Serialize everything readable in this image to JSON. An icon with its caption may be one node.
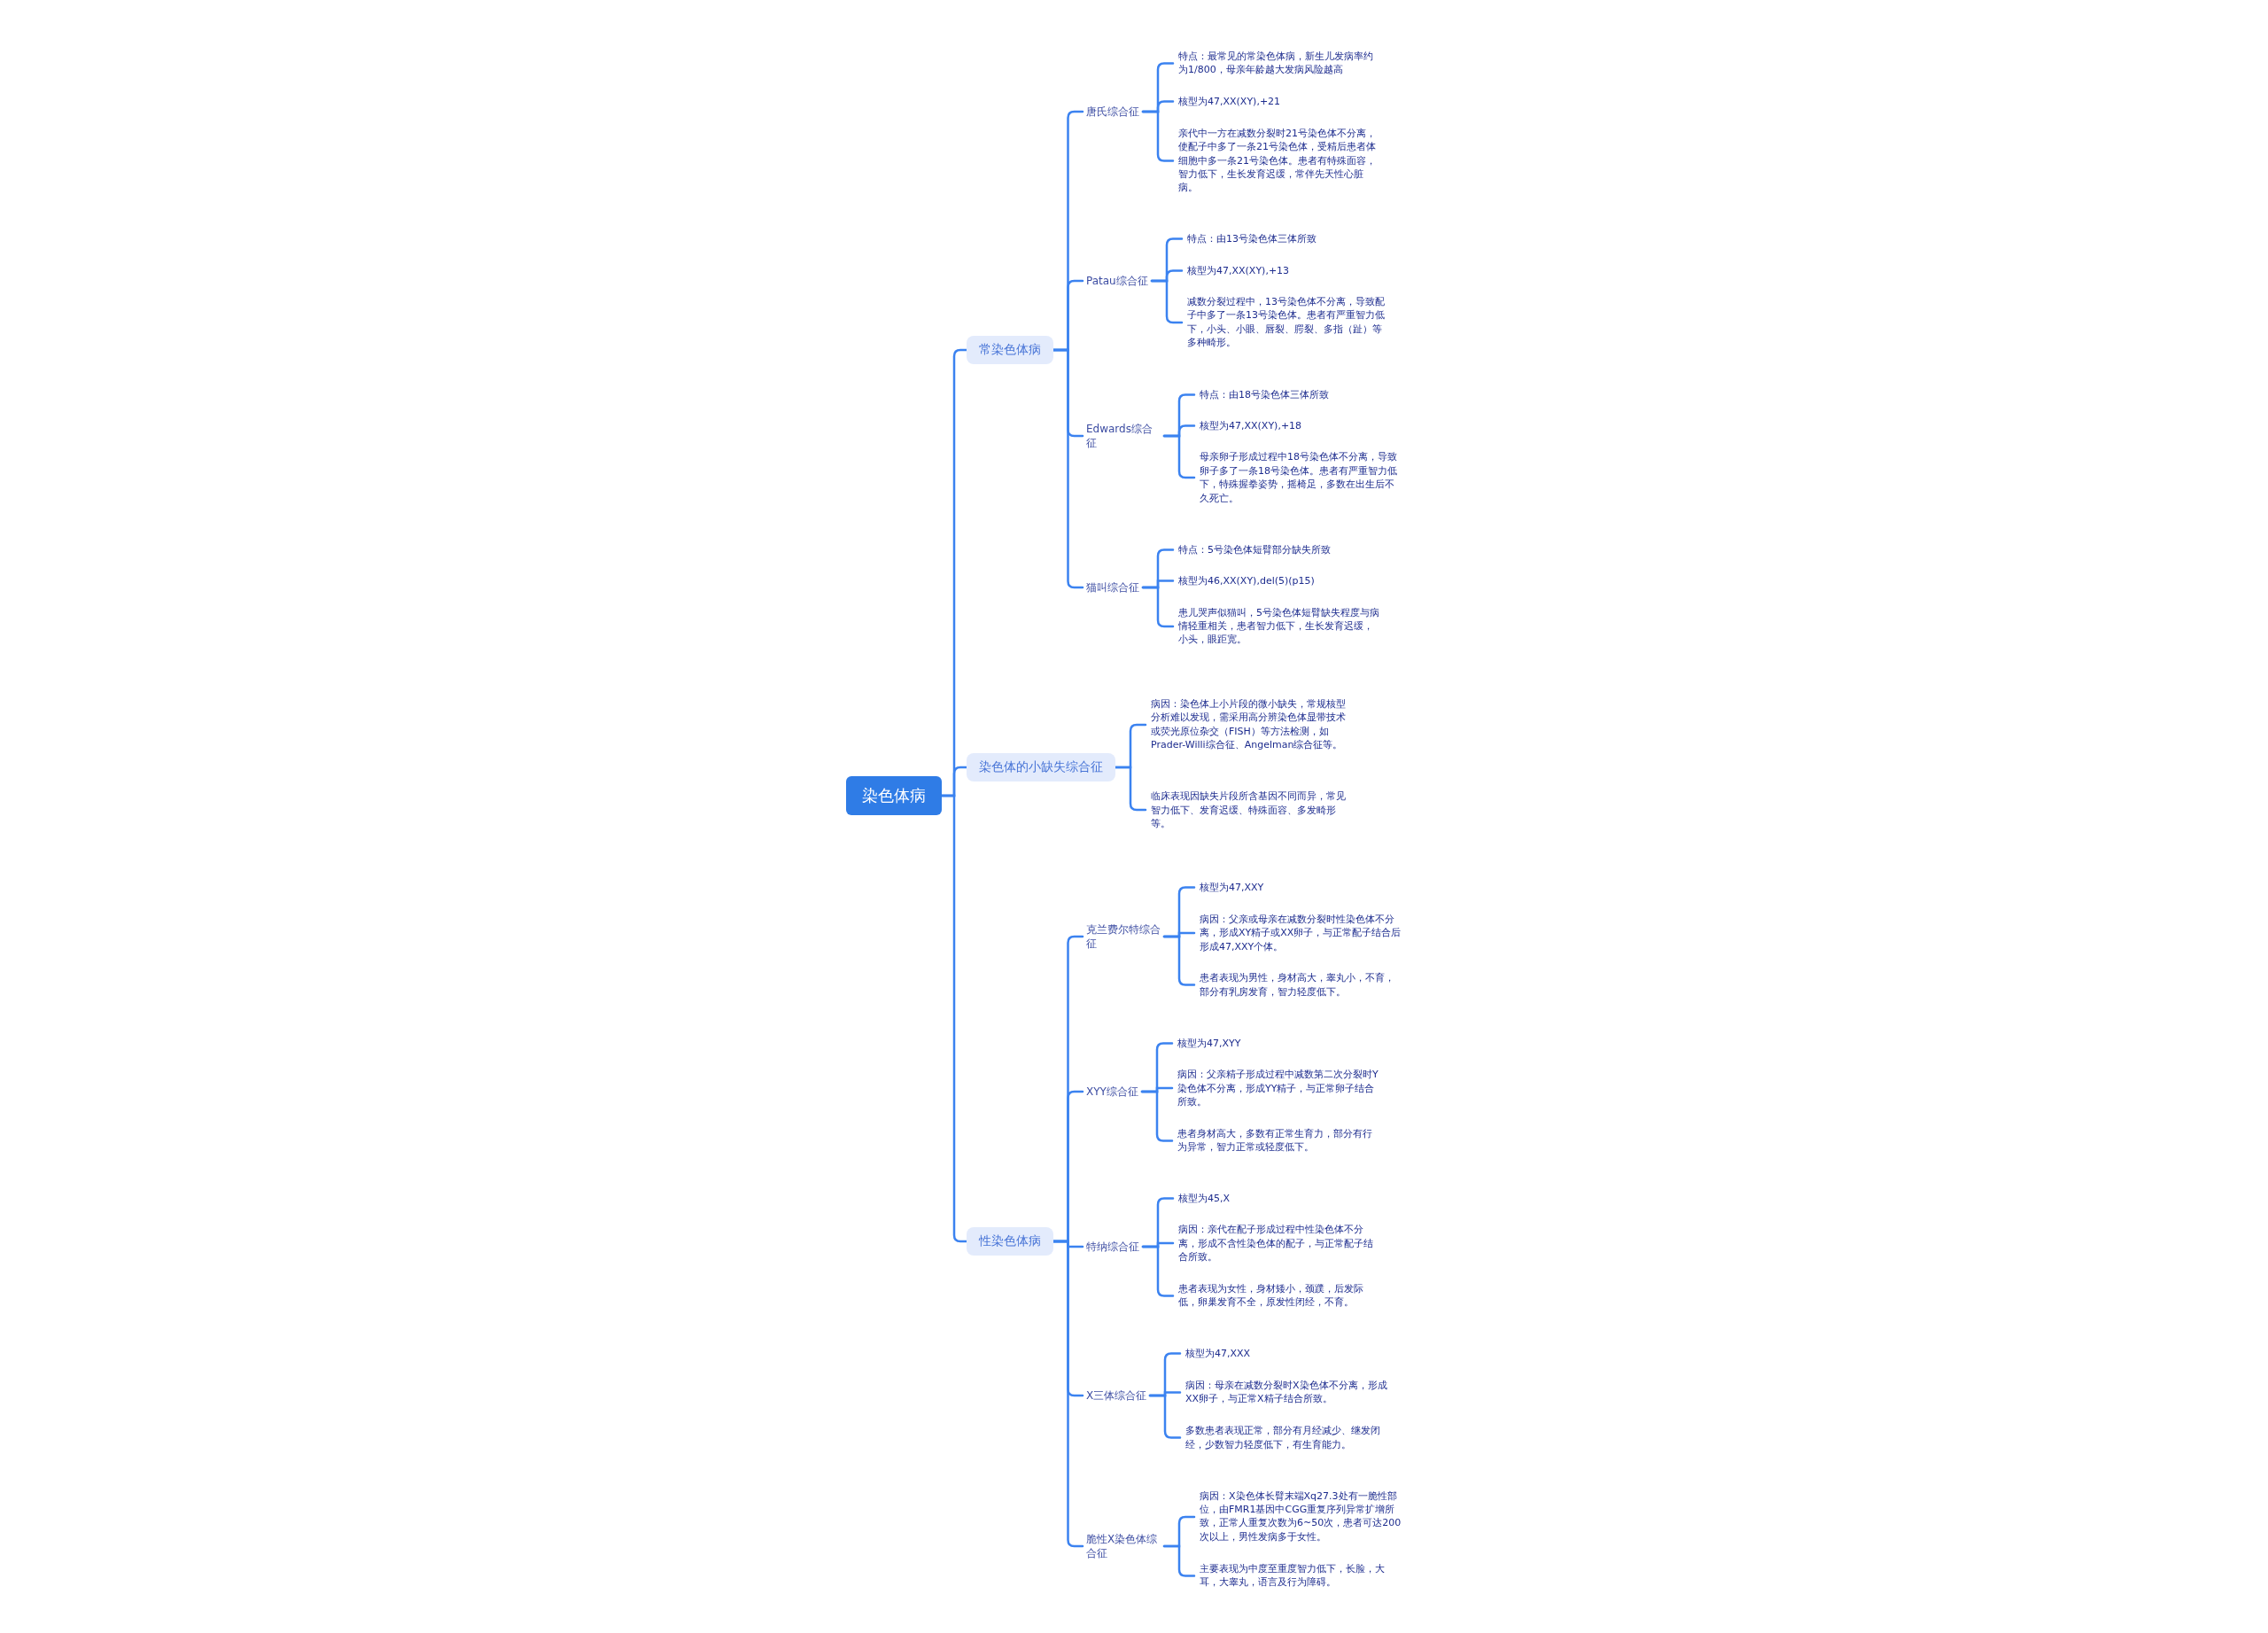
{
  "diagram": {
    "nodes": [
      {
        "text": [
          "染色体病"
        ]
      },
      {
        "text": [
          "常染色体病"
        ]
      },
      {
        "text": [
          "唐氏综合征"
        ]
      },
      {
        "text": [
          "特点：最常见的常染色体病，新生儿发病率约为1/800，母亲年龄越大发病风险越高"
        ]
      },
      {
        "text": [
          "核型为47,XX(XY),+21"
        ]
      },
      {
        "text": [
          "亲代中一方在减数分裂时21号染色体不分离，使配子中多了一条21号染色体，受精后患者体细胞中多一条21号染色体。患者有特殊面容，智力低下，生长发育迟缓，常伴先天性心脏病。"
        ]
      },
      {
        "text": [
          "Patau综合征"
        ]
      },
      {
        "text": [
          "特点：由13号染色体三体所致"
        ]
      },
      {
        "text": [
          "核型为47,XX(XY),+13"
        ]
      },
      {
        "text": [
          "减数分裂过程中，13号染色体不分离，导致配子中多了一条13号染色体。患者有严重智力低下，小头、小眼、唇裂、腭裂、多指（趾）等多种畸形。"
        ]
      },
      {
        "text": [
          "Edwards综合征"
        ]
      },
      {
        "text": [
          "特点：由18号染色体三体所致"
        ]
      },
      {
        "text": [
          "核型为47,XX(XY),+18"
        ]
      },
      {
        "text": [
          "母亲卵子形成过程中18号染色体不分离，导致卵子多了一条18号染色体。患者有严重智力低下，特殊握拳姿势，摇椅足，多数在出生后不久死亡。"
        ]
      },
      {
        "text": [
          "猫叫综合征"
        ]
      },
      {
        "text": [
          "特点：5号染色体短臂部分缺失所致"
        ]
      },
      {
        "text": [
          "核型为46,XX(XY),del(5)(p15)"
        ]
      },
      {
        "text": [
          "患儿哭声似猫叫，5号染色体短臂缺失程度与病情轻重相关，患者智力低下，生长发育迟缓，小头，眼距宽。"
        ]
      },
      {
        "text": [
          "染色体的小缺失综合征"
        ]
      },
      {
        "text": [
          "病因：染色体上小片段的微小缺失，常规核型分析难以发现，需采用高分辨染色体显带技术或荧光原位杂交（FISH）等方法检测，如Prader-Willi综合征、Angelman综合征等。"
        ]
      },
      {
        "text": [
          "临床表现因缺失片段所含基因不同而异，常见智力低下、发育迟缓、特殊面容、多发畸形等。"
        ]
      },
      {
        "text": [
          "性染色体病"
        ]
      },
      {
        "text": [
          "克兰费尔特综合征"
        ]
      },
      {
        "text": [
          "核型为47,XXY"
        ]
      },
      {
        "text": [
          "病因：父亲或母亲在减数分裂时性染色体不分离，形成XY精子或XX卵子，与正常配子结合后形成47,XXY个体。"
        ]
      },
      {
        "text": [
          "患者表现为男性，身材高大，睾丸小，不育，部分有乳房发育，智力轻度低下。"
        ]
      },
      {
        "text": [
          "XYY综合征"
        ]
      },
      {
        "text": [
          "核型为47,XYY"
        ]
      },
      {
        "text": [
          "病因：父亲精子形成过程中减数第二次分裂时Y染色体不分离，形成YY精子，与正常卵子结合所致。"
        ]
      },
      {
        "text": [
          "患者身材高大，多数有正常生育力，部分有行为异常，智力正常或轻度低下。"
        ]
      },
      {
        "text": [
          "特纳综合征"
        ]
      },
      {
        "text": [
          "核型为45,X"
        ]
      },
      {
        "text": [
          "病因：亲代在配子形成过程中性染色体不分离，形成不含性染色体的配子，与正常配子结合所致。"
        ]
      },
      {
        "text": [
          "患者表现为女性，身材矮小，颈蹼，后发际低，卵巢发育不全，原发性闭经，不育。"
        ]
      },
      {
        "text": [
          "X三体综合征"
        ]
      },
      {
        "text": [
          "核型为47,XXX"
        ]
      },
      {
        "text": [
          "病因：母亲在减数分裂时X染色体不分离，形成XX卵子，与正常X精子结合所致。"
        ]
      },
      {
        "text": [
          "多数患者表现正常，部分有月经减少、继发闭经，少数智力轻度低下，有生育能力。"
        ]
      },
      {
        "text": [
          "脆性X染色体综合征"
        ]
      },
      {
        "text": [
          "病因：X染色体长臂末端Xq27.3处有一脆性部位，由FMR1基因中CGG重复序列异常扩增所致，正常人重复次数为6~50次，患者可达200次以上，男性发病多于女性。"
        ]
      },
      {
        "text": [
          "主要表现为中度至重度智力低下，长脸，大耳，大睾丸，语言及行为障碍。"
        ]
      }
    ],
    "edges": [
      {
        "from": 0,
        "to": 1,
        "arrow": "none"
      },
      {
        "from": 0,
        "to": 18,
        "arrow": "none"
      },
      {
        "from": 0,
        "to": 21,
        "arrow": "none"
      },
      {
        "from": 1,
        "to": 2,
        "arrow": "none"
      },
      {
        "from": 1,
        "to": 6,
        "arrow": "none"
      },
      {
        "from": 1,
        "to": 10,
        "arrow": "none"
      },
      {
        "from": 1,
        "to": 14,
        "arrow": "none"
      },
      {
        "from": 2,
        "to": 3,
        "arrow": "none"
      },
      {
        "from": 2,
        "to": 4,
        "arrow": "none"
      },
      {
        "from": 2,
        "to": 5,
        "arrow": "none"
      },
      {
        "from": 6,
        "to": 7,
        "arrow": "none"
      },
      {
        "from": 6,
        "to": 8,
        "arrow": "none"
      },
      {
        "from": 6,
        "to": 9,
        "arrow": "none"
      },
      {
        "from": 10,
        "to": 11,
        "arrow": "none"
      },
      {
        "from": 10,
        "to": 12,
        "arrow": "none"
      },
      {
        "from": 10,
        "to": 13,
        "arrow": "none"
      },
      {
        "from": 14,
        "to": 15,
        "arrow": "none"
      },
      {
        "from": 14,
        "to": 16,
        "arrow": "none"
      },
      {
        "from": 14,
        "to": 17,
        "arrow": "none"
      },
      {
        "from": 18,
        "to": 19,
        "arrow": "none"
      },
      {
        "from": 18,
        "to": 20,
        "arrow": "none"
      },
      {
        "from": 21,
        "to": 22,
        "arrow": "none"
      },
      {
        "from": 21,
        "to": 26,
        "arrow": "none"
      },
      {
        "from": 21,
        "to": 30,
        "arrow": "none"
      },
      {
        "from": 21,
        "to": 34,
        "arrow": "none"
      },
      {
        "from": 21,
        "to": 38,
        "arrow": "none"
      },
      {
        "from": 22,
        "to": 23,
        "arrow": "none"
      },
      {
        "from": 22,
        "to": 24,
        "arrow": "none"
      },
      {
        "from": 22,
        "to": 25,
        "arrow": "none"
      },
      {
        "from": 26,
        "to": 27,
        "arrow": "none"
      },
      {
        "from": 26,
        "to": 28,
        "arrow": "none"
      },
      {
        "from": 26,
        "to": 29,
        "arrow": "none"
      },
      {
        "from": 30,
        "to": 31,
        "arrow": "none"
      },
      {
        "from": 30,
        "to": 32,
        "arrow": "none"
      },
      {
        "from": 30,
        "to": 33,
        "arrow": "none"
      },
      {
        "from": 34,
        "to": 35,
        "arrow": "none"
      },
      {
        "from": 34,
        "to": 36,
        "arrow": "none"
      },
      {
        "from": 34,
        "to": 37,
        "arrow": "none"
      },
      {
        "from": 38,
        "to": 39,
        "arrow": "none"
      },
      {
        "from": 38,
        "to": 40,
        "arrow": "none"
      }
    ]
  }
}
